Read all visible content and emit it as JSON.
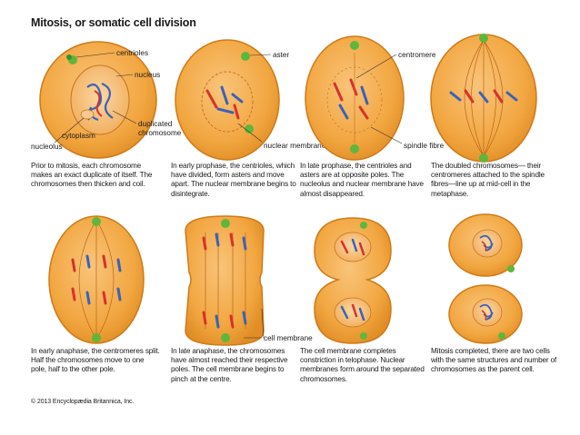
{
  "title": "Mitosis, or somatic cell division",
  "labels": {
    "centrioles": "centrioles",
    "nucleus": "nucleus",
    "duplicated_chromosome_1": "duplicated",
    "duplicated_chromosome_2": "chromosome",
    "cytoplasm": "cytoplasm",
    "nucleolus": "nucleolus",
    "aster": "aster",
    "nuclear_membrane": "nuclear membrane",
    "centromere": "centromere",
    "spindle_fibre": "spindle fibre",
    "cell_membrane": "cell membrane"
  },
  "captions": [
    "Prior to mitosis, each chromosome makes an exact duplicate of itself. The chromosomes then thicken and coil.",
    "In early prophase, the centrioles, which have divided, form asters and move apart. The nuclear membrane begins to disintegrate.",
    "In late prophase, the centrioles and asters are at opposite poles. The nucleolus and nuclear membrane have almost disappeared.",
    "The doubled chromosomes— their centromeres attached to the spindle fibres—line up at mid-cell in the metaphase.",
    "In early anaphase, the centromeres split. Half the chromosomes move to one pole, half to the other pole.",
    "In late anaphase, the chromosomes have almost reached their respective poles. The cell membrane begins to pinch at the centre.",
    "The cell membrane completes constriction in telophase. Nuclear membranes form around the separated chromosomes.",
    "Mitosis completed, there are two cells with the same structures and number of chromosomes as the parent cell."
  ],
  "copyright": "© 2013 Encyclopædia Britannica, Inc.",
  "colors": {
    "cell_fill": "#f2a640",
    "cell_edge": "#d27d1a",
    "nucleus_fill": "#f6b766",
    "chromosome_red": "#d8312d",
    "chromosome_blue": "#3a62b8",
    "centriole_green": "#5fb63c"
  }
}
